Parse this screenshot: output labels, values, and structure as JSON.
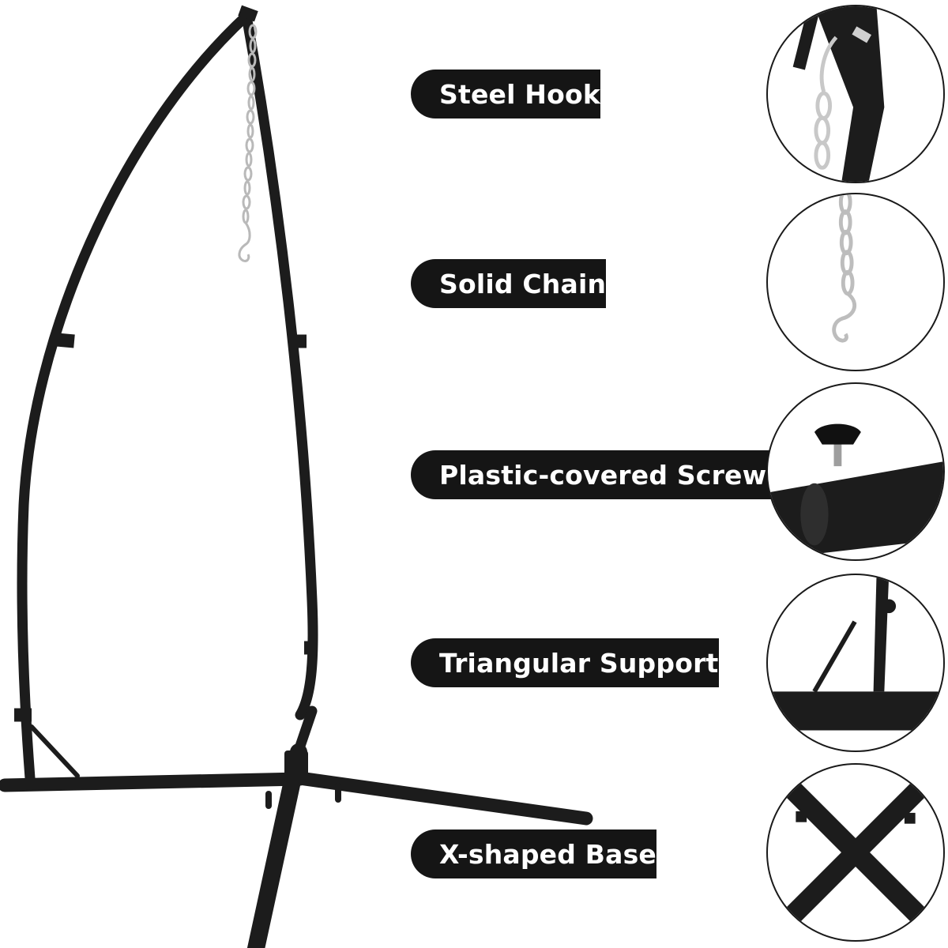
{
  "features": [
    {
      "label": "Steel Hook",
      "icon": "steel-hook-detail"
    },
    {
      "label": "Solid Chain",
      "icon": "solid-chain-detail"
    },
    {
      "label": "Plastic-covered Screws",
      "icon": "plastic-screw-detail"
    },
    {
      "label": "Triangular Support",
      "icon": "triangular-support-detail"
    },
    {
      "label": "X-shaped Base",
      "icon": "x-base-detail"
    }
  ],
  "colors": {
    "frame": "#1c1c1c",
    "label_bg": "#151515",
    "label_text": "#ffffff",
    "chain": "#b9b9b9"
  }
}
